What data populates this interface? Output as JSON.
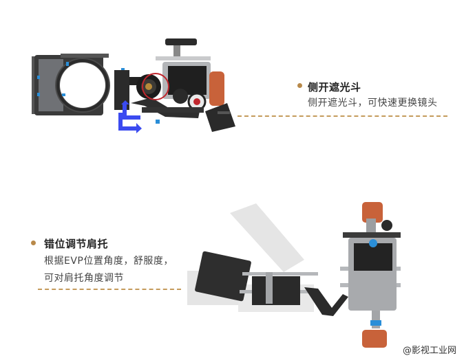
{
  "colors": {
    "accent": "#b8894a",
    "arrow": "#3b4bf0",
    "dark_metal": "#2a2a2a",
    "metal": "#a7a9ac",
    "orange_grip": "#c8623a",
    "blue_knob": "#2a8ed8"
  },
  "feature_1": {
    "title": "侧开遮光斗",
    "description": "侧开遮光斗，可快速更换镜头",
    "image_label": "camera-rig-with-side-opening-matte-box"
  },
  "feature_2": {
    "title": "错位调节肩托",
    "description_line1": "根据EVP位置角度，舒服度，",
    "description_line2": "可对肩托角度调节",
    "image_label": "camera-rig-with-adjustable-shoulder-pad"
  },
  "watermark": "@影视工业网"
}
